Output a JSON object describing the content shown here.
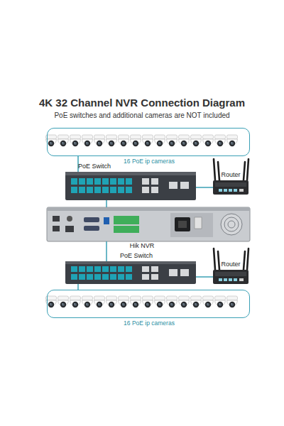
{
  "diagram": {
    "title": "4K 32 Channel NVR Connection Diagram",
    "nodes": [
      {
        "text": [
          "16 PoE ip cameras"
        ]
      },
      {
        "text": [
          "PoE Switch"
        ]
      },
      {
        "text": [
          "Router"
        ]
      },
      {
        "text": [
          "Hik NVR"
        ]
      },
      {
        "text": [
          "PoE Switch"
        ]
      },
      {
        "text": [
          "Router"
        ]
      },
      {
        "text": [
          "16 PoE ip cameras"
        ]
      }
    ],
    "edges": [
      {
        "from": 0,
        "to": 1,
        "arrow": "none"
      },
      {
        "from": 1,
        "to": 2,
        "arrow": "none"
      },
      {
        "from": 1,
        "to": 3,
        "arrow": "none"
      },
      {
        "from": 3,
        "to": 4,
        "arrow": "none"
      },
      {
        "from": 4,
        "to": 5,
        "arrow": "none"
      },
      {
        "from": 4,
        "to": 6,
        "arrow": "none"
      }
    ],
    "labels": [
      "PoE switches and additional cameras are NOT included"
    ]
  }
}
